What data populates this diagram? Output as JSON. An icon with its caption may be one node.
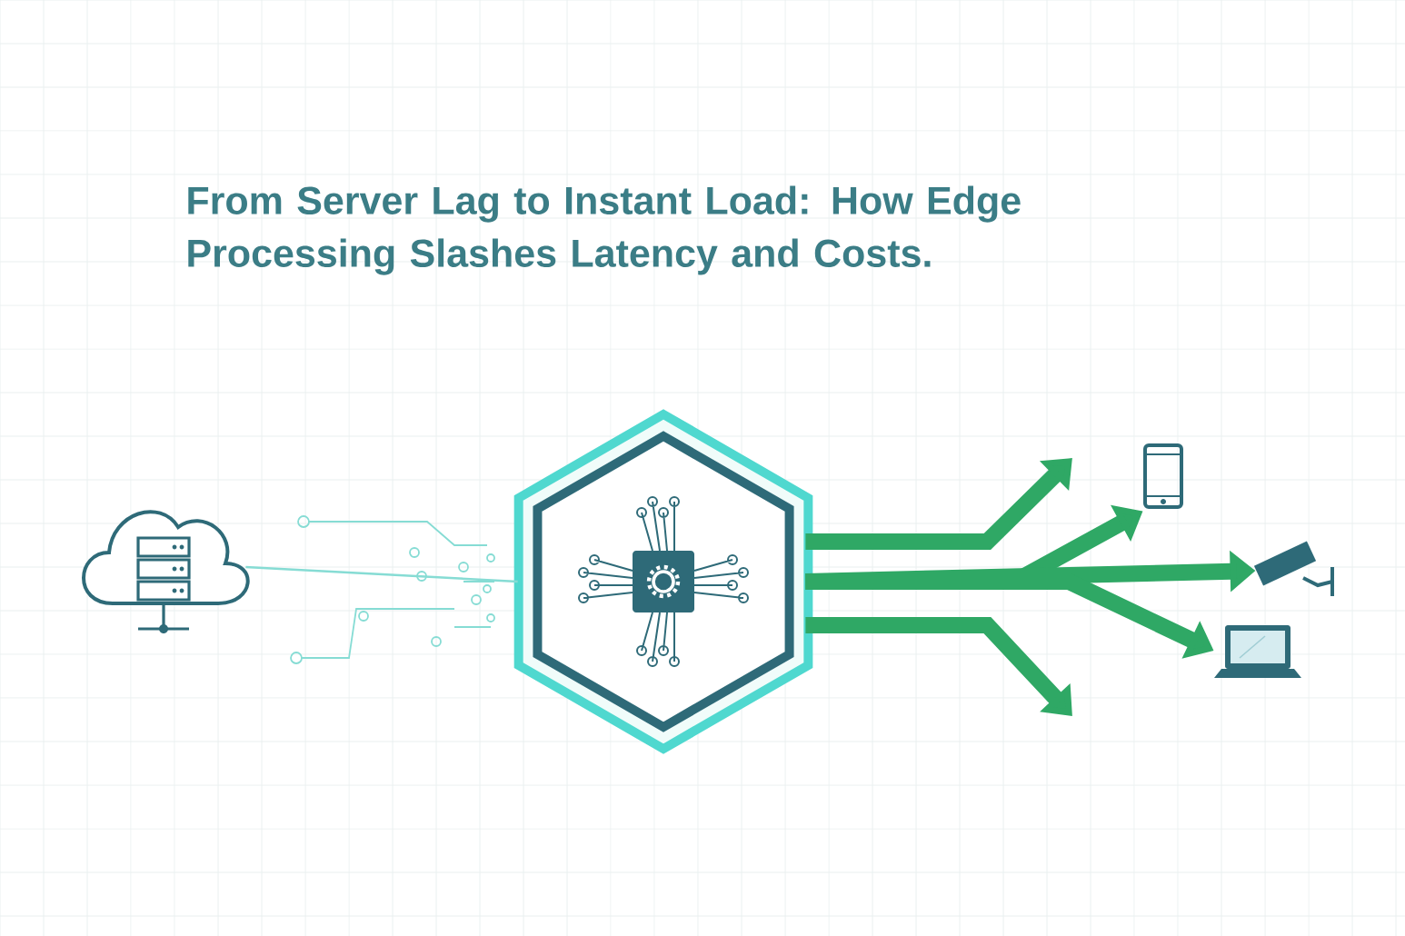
{
  "diagram": {
    "title": "From Server Lag to Instant Load: How Edge Processing Slashes Latency and Costs.",
    "nodes": [
      {
        "text": [],
        "shape": "picture"
      },
      {
        "text": [],
        "shape": "picture"
      },
      {
        "text": [],
        "shape": "picture"
      },
      {
        "text": [],
        "shape": "picture"
      },
      {
        "text": [],
        "shape": "picture"
      }
    ],
    "edges": [
      {
        "from": 0,
        "to": 1,
        "arrow": "none",
        "color": "#86dcd4"
      },
      {
        "from": 1,
        "to": null,
        "arrow": "to"
      },
      {
        "from": 1,
        "to": 2,
        "arrow": "to"
      },
      {
        "from": 1,
        "to": 3,
        "arrow": "to"
      },
      {
        "from": 1,
        "to": 4,
        "arrow": "to"
      },
      {
        "from": 1,
        "to": null,
        "arrow": "to"
      }
    ]
  }
}
